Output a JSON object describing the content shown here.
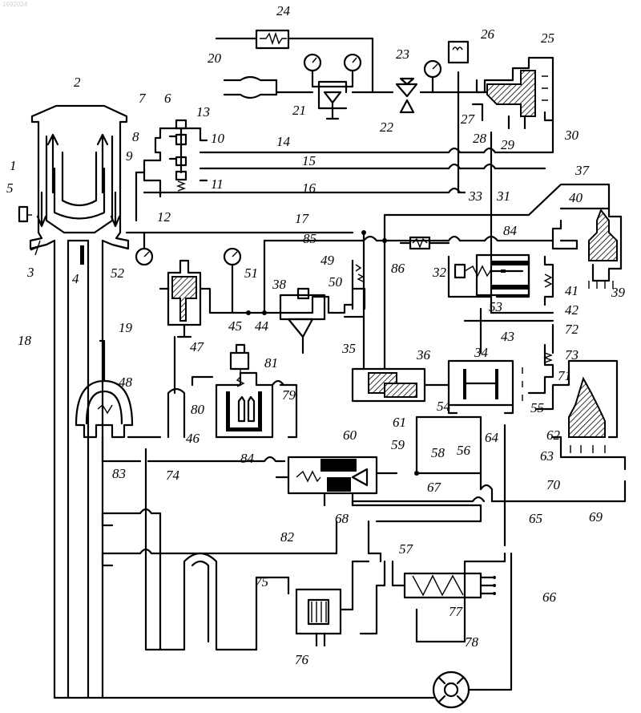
{
  "watermark": "1692024",
  "labels": [
    {
      "id": "l1",
      "text": "1"
    },
    {
      "id": "l2",
      "text": "2"
    },
    {
      "id": "l3",
      "text": "3"
    },
    {
      "id": "l4",
      "text": "4"
    },
    {
      "id": "l5",
      "text": "5"
    },
    {
      "id": "l6",
      "text": "6"
    },
    {
      "id": "l7",
      "text": "7"
    },
    {
      "id": "l8",
      "text": "8"
    },
    {
      "id": "l9",
      "text": "9"
    },
    {
      "id": "l10",
      "text": "10"
    },
    {
      "id": "l11",
      "text": "11"
    },
    {
      "id": "l12",
      "text": "12"
    },
    {
      "id": "l13",
      "text": "13"
    },
    {
      "id": "l14",
      "text": "14"
    },
    {
      "id": "l15",
      "text": "15"
    },
    {
      "id": "l16",
      "text": "16"
    },
    {
      "id": "l17",
      "text": "17"
    },
    {
      "id": "l18",
      "text": "18"
    },
    {
      "id": "l19",
      "text": "19"
    },
    {
      "id": "l20",
      "text": "20"
    },
    {
      "id": "l21",
      "text": "21"
    },
    {
      "id": "l22",
      "text": "22"
    },
    {
      "id": "l23",
      "text": "23"
    },
    {
      "id": "l24",
      "text": "24"
    },
    {
      "id": "l25",
      "text": "25"
    },
    {
      "id": "l26",
      "text": "26"
    },
    {
      "id": "l27",
      "text": "27"
    },
    {
      "id": "l28",
      "text": "28"
    },
    {
      "id": "l29",
      "text": "29"
    },
    {
      "id": "l30",
      "text": "30"
    },
    {
      "id": "l31",
      "text": "31"
    },
    {
      "id": "l32",
      "text": "32"
    },
    {
      "id": "l33",
      "text": "33"
    },
    {
      "id": "l34",
      "text": "34"
    },
    {
      "id": "l35",
      "text": "35"
    },
    {
      "id": "l36",
      "text": "36"
    },
    {
      "id": "l37",
      "text": "37"
    },
    {
      "id": "l38",
      "text": "38"
    },
    {
      "id": "l39",
      "text": "39"
    },
    {
      "id": "l40",
      "text": "40"
    },
    {
      "id": "l41",
      "text": "41"
    },
    {
      "id": "l42",
      "text": "42"
    },
    {
      "id": "l43",
      "text": "43"
    },
    {
      "id": "l44",
      "text": "44"
    },
    {
      "id": "l45",
      "text": "45"
    },
    {
      "id": "l46",
      "text": "46"
    },
    {
      "id": "l47",
      "text": "47"
    },
    {
      "id": "l48",
      "text": "48"
    },
    {
      "id": "l49",
      "text": "49"
    },
    {
      "id": "l50",
      "text": "50"
    },
    {
      "id": "l51",
      "text": "51"
    },
    {
      "id": "l52",
      "text": "52"
    },
    {
      "id": "l53",
      "text": "53"
    },
    {
      "id": "l54",
      "text": "54"
    },
    {
      "id": "l55",
      "text": "55"
    },
    {
      "id": "l56",
      "text": "56"
    },
    {
      "id": "l57",
      "text": "57"
    },
    {
      "id": "l58",
      "text": "58"
    },
    {
      "id": "l59",
      "text": "59"
    },
    {
      "id": "l60",
      "text": "60"
    },
    {
      "id": "l61",
      "text": "61"
    },
    {
      "id": "l62",
      "text": "62"
    },
    {
      "id": "l63",
      "text": "63"
    },
    {
      "id": "l64",
      "text": "64"
    },
    {
      "id": "l65",
      "text": "65"
    },
    {
      "id": "l66",
      "text": "66"
    },
    {
      "id": "l67",
      "text": "67"
    },
    {
      "id": "l68",
      "text": "68"
    },
    {
      "id": "l69",
      "text": "69"
    },
    {
      "id": "l70",
      "text": "70"
    },
    {
      "id": "l71",
      "text": "71"
    },
    {
      "id": "l72",
      "text": "72"
    },
    {
      "id": "l73",
      "text": "73"
    },
    {
      "id": "l74",
      "text": "74"
    },
    {
      "id": "l75",
      "text": "75"
    },
    {
      "id": "l76",
      "text": "76"
    },
    {
      "id": "l77",
      "text": "77"
    },
    {
      "id": "l78",
      "text": "78"
    },
    {
      "id": "l79",
      "text": "79"
    },
    {
      "id": "l80",
      "text": "80"
    },
    {
      "id": "l81",
      "text": "81"
    },
    {
      "id": "l82",
      "text": "82"
    },
    {
      "id": "l83",
      "text": "83"
    },
    {
      "id": "l84a",
      "text": "84"
    },
    {
      "id": "l84b",
      "text": "84"
    },
    {
      "id": "l84c",
      "text": "84"
    },
    {
      "id": "l85",
      "text": "85"
    },
    {
      "id": "l86",
      "text": "86"
    }
  ]
}
